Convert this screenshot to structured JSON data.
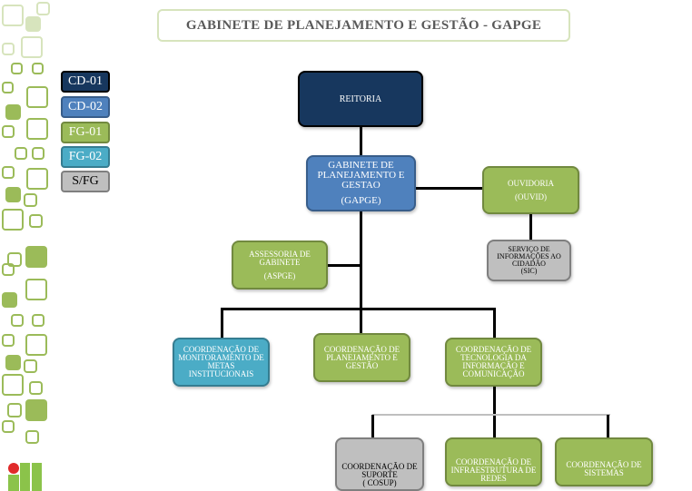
{
  "title": "GABINETE DE PLANEJAMENTO E GESTÃO - GAPGE",
  "legend": [
    {
      "label": "CD-01",
      "color": "#17375e"
    },
    {
      "label": "CD-02",
      "color": "#4f81bd"
    },
    {
      "label": "FG-01",
      "color": "#9bbb59"
    },
    {
      "label": "FG-02",
      "color": "#4bacc6"
    },
    {
      "label": "S/FG",
      "color": "#bfbfbf"
    }
  ],
  "nodes": {
    "reitoria": {
      "name": "REITORIA"
    },
    "gapge": {
      "name": "GABINETE DE PLANEJAMENTO E GESTAO",
      "abbr": "(GAPGE)"
    },
    "ouvid": {
      "name": "OUVIDORIA",
      "abbr": "(OUVID)"
    },
    "sic": {
      "name": "SERVIÇO DE INFORMAÇÕES AO CIDADÃO",
      "abbr": "(SIC)"
    },
    "aspge": {
      "name": "ASSESSORIA DE GABINETE",
      "abbr": "(ASPGE)"
    },
    "monit": {
      "name": "COORDENAÇÃO DE MONITORAMENTO DE METAS INSTITUCIONAIS"
    },
    "plan": {
      "name": "COORDENAÇÃO DE PLANEJAMENTO E GESTÃO"
    },
    "ti": {
      "name": "COORDENAÇÃO DE TECNOLOGIA DA INFORMAÇÃO E COMUNICAÇÃO"
    },
    "cosup": {
      "name": "COORDENAÇÃO DE SUPORTE",
      "abbr": "( COSUP)"
    },
    "infra": {
      "name": "COORDENAÇÃO DE INFRAESTRUTURA DE REDES"
    },
    "sist": {
      "name": "COORDENAÇÃO DE SISTEMAS"
    }
  }
}
